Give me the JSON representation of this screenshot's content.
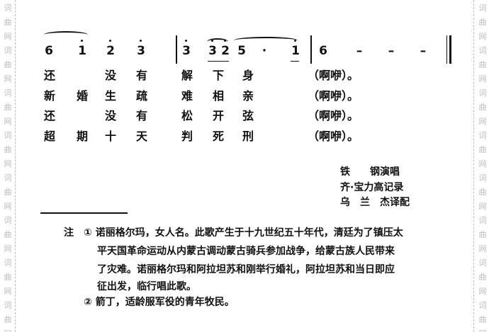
{
  "watermark": "词曲网",
  "notation": {
    "m1": [
      {
        "n": "6",
        "dot": false
      },
      {
        "n": "1",
        "dot": true
      },
      {
        "n": "2",
        "dot": true
      },
      {
        "n": "3",
        "dot": true
      }
    ],
    "m2": [
      {
        "n": "3",
        "dot": true
      },
      {
        "n": "3",
        "dot": true
      },
      {
        "n": "2",
        "dot": true
      },
      {
        "n": "5",
        "dot": false
      },
      {
        "n": "·",
        "dot": false
      },
      {
        "n": "1",
        "dot": true
      }
    ],
    "m3": [
      {
        "n": "6"
      },
      {
        "n": "–"
      },
      {
        "n": "–"
      },
      {
        "n": "–"
      }
    ]
  },
  "lyrics": [
    [
      "还",
      "",
      "没",
      "有",
      "解",
      "下",
      "身",
      "（啊咿）。"
    ],
    [
      "新",
      "婚",
      "生",
      "疏",
      "难",
      "相",
      "亲",
      "（啊咿）。"
    ],
    [
      "还",
      "",
      "没",
      "有",
      "松",
      "开",
      "弦",
      "（啊咿）。"
    ],
    [
      "超",
      "期",
      "十",
      "天",
      "判",
      "死",
      "刑",
      "（啊咿）。"
    ]
  ],
  "credits": [
    "铁　　钢演唱",
    "齐·宝力高记录",
    "乌　兰　杰译配"
  ],
  "notes": {
    "label": "注",
    "lines": [
      "① 诺丽格尔玛，女人名。此歌产生于十九世纪五十年代，清廷为了镇压太",
      "平天国革命运动从内蒙古调动蒙古骑兵参加战争，给蒙古族人民带来",
      "了灾难。诺丽格尔玛和阿拉坦苏和刚举行婚礼，阿拉坦苏和当日即应",
      "征出发，临行唱此歌。",
      "② 箭丁，适龄服军役的青年牧民。"
    ]
  }
}
